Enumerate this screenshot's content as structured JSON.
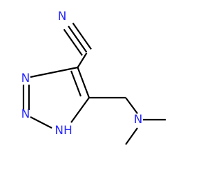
{
  "molecule": {
    "atoms": [
      {
        "id": "N_nitrile",
        "label": "N"
      },
      {
        "id": "N1",
        "label": "N"
      },
      {
        "id": "N2",
        "label": "N"
      },
      {
        "id": "N3H",
        "label": "NH"
      },
      {
        "id": "N_amine",
        "label": "N"
      }
    ],
    "colors": {
      "nitrogen": "#2a2aff",
      "bond": "#000000"
    }
  }
}
